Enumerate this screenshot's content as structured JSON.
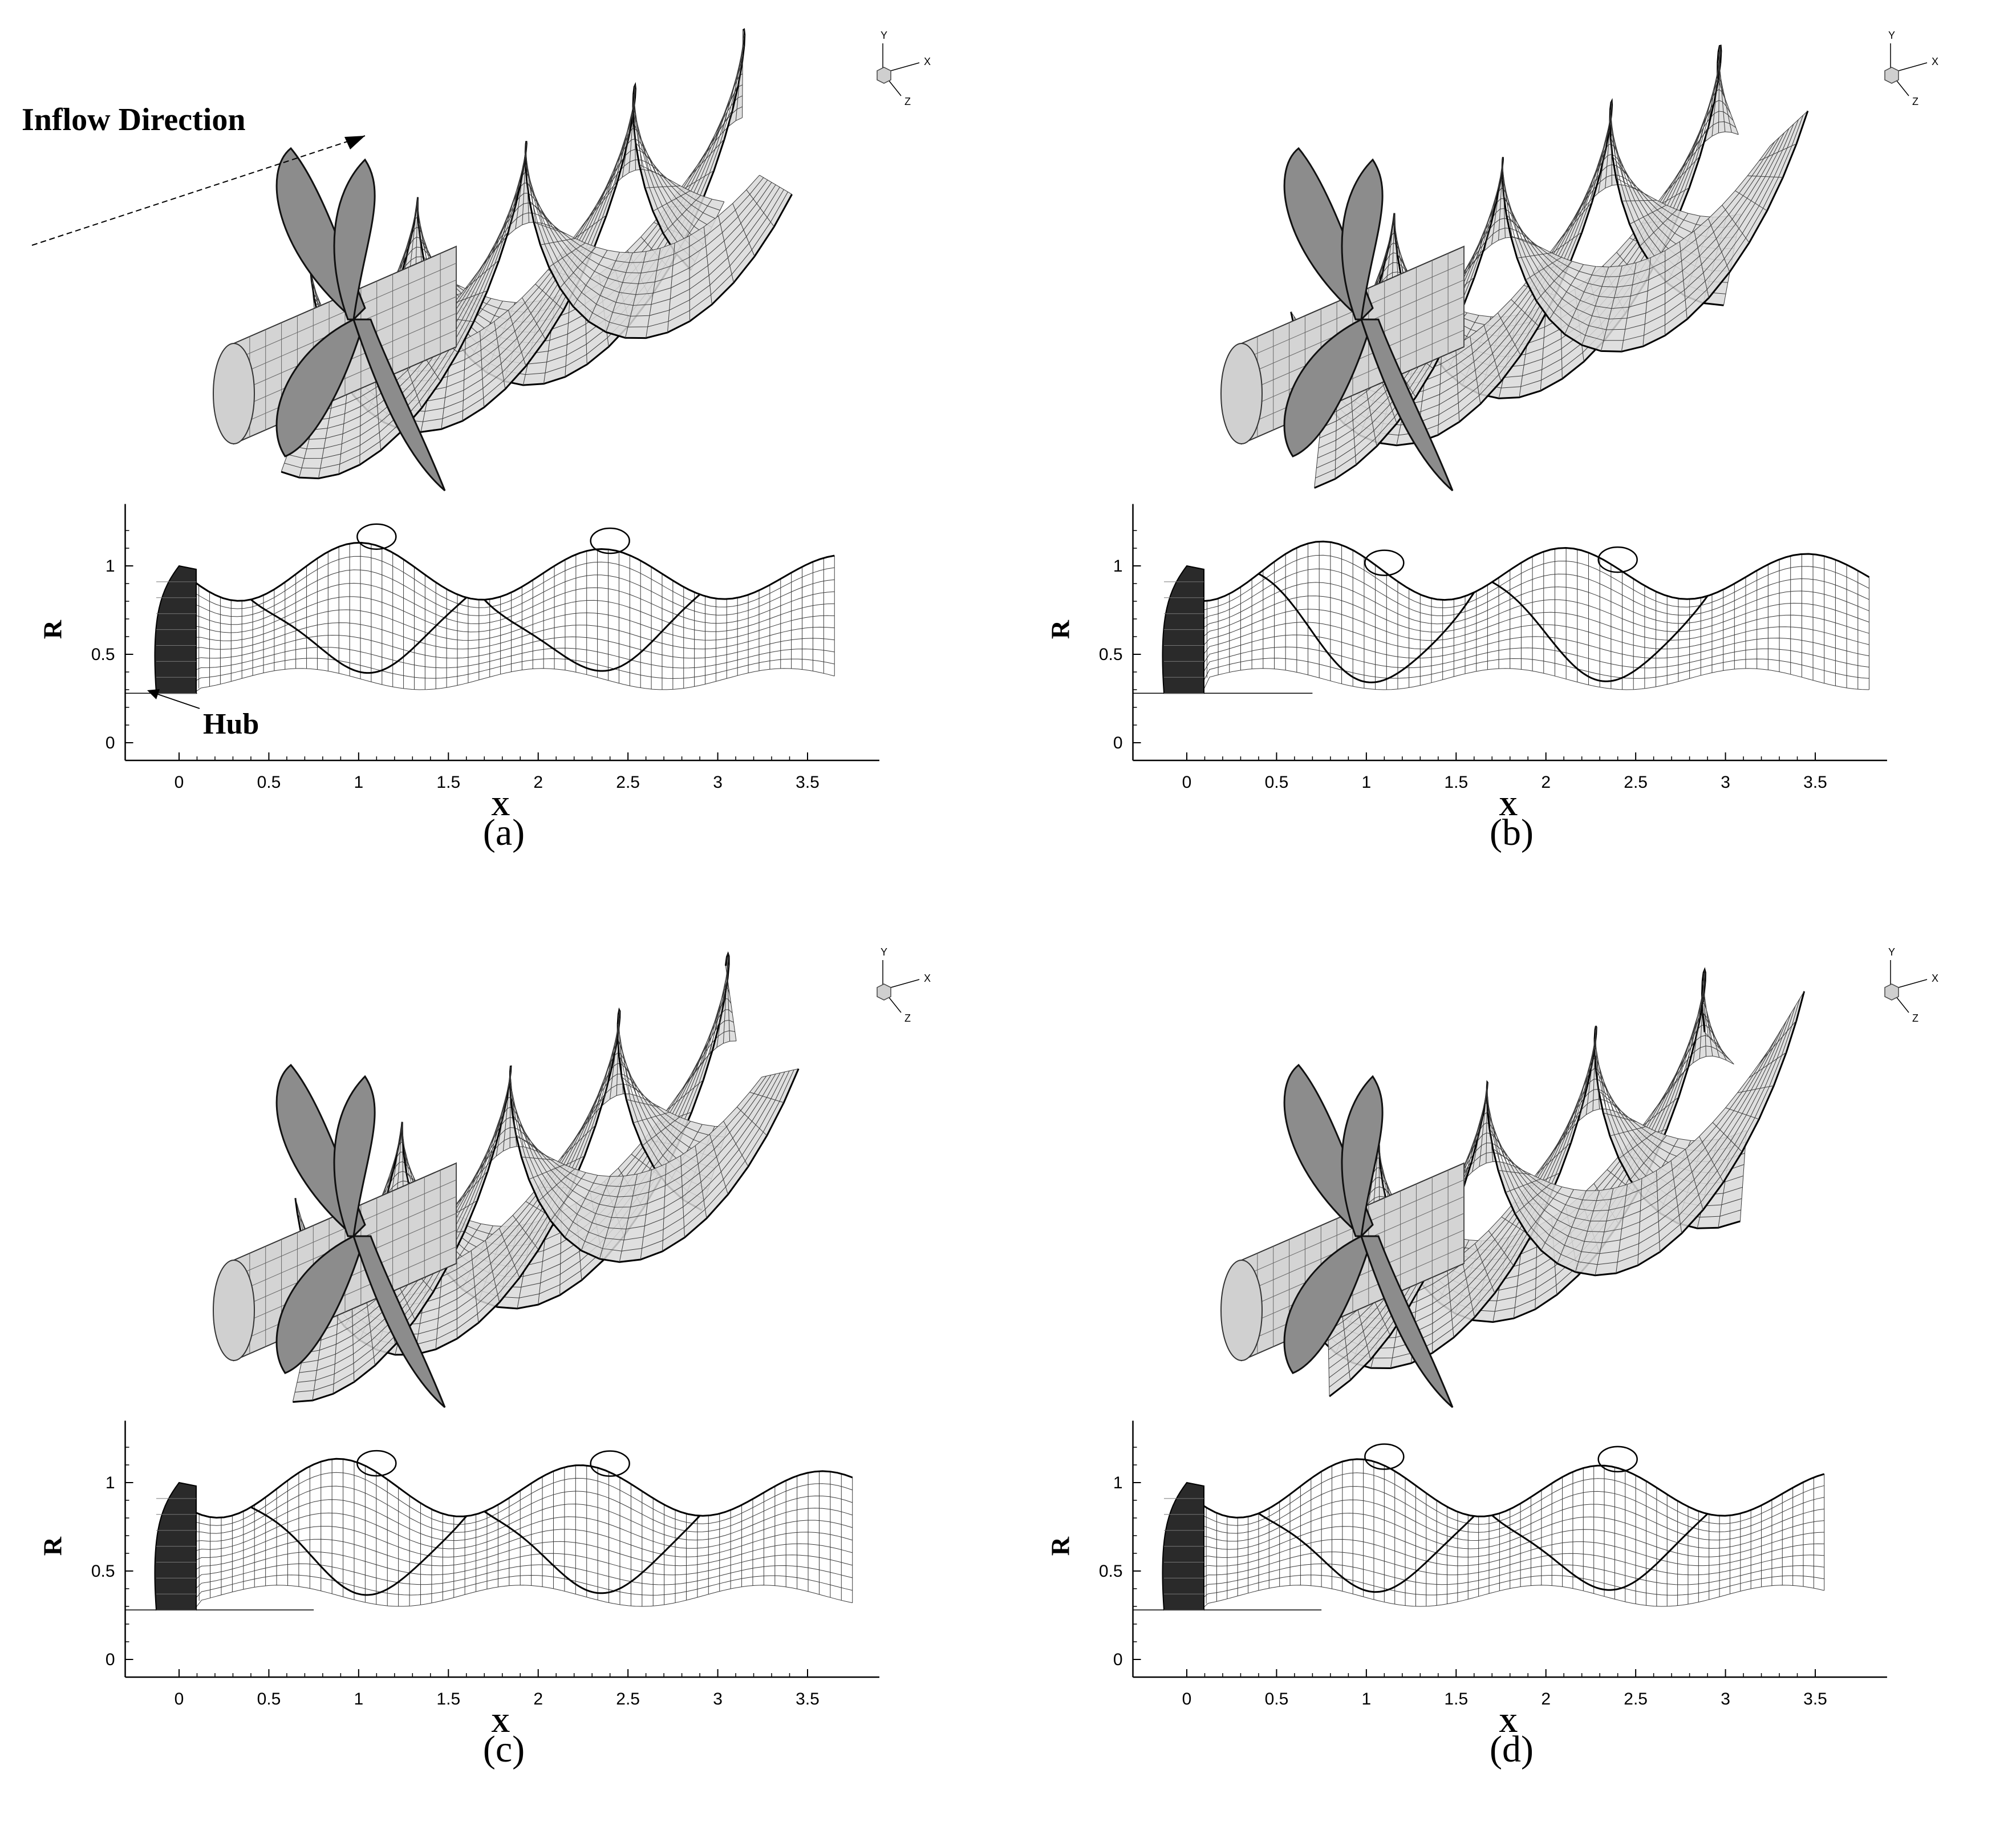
{
  "panels": [
    {
      "id": "a",
      "label": "(a)"
    },
    {
      "id": "b",
      "label": "(b)"
    },
    {
      "id": "c",
      "label": "(c)"
    },
    {
      "id": "d",
      "label": "(d)"
    }
  ],
  "triad": {
    "x": "X",
    "y": "Y",
    "z": "Z"
  },
  "annotations": {
    "inflow": "Inflow Direction",
    "hub": "Hub"
  },
  "colors": {
    "surface": "#d9d9d9",
    "mesh": "#3a3a3a",
    "edge": "#000000",
    "blade": "#8c8c8c",
    "hub": "#d4d4d4"
  },
  "chart_data": [
    {
      "panel": "a",
      "type": "line",
      "xlabel": "X",
      "ylabel": "R",
      "xlim": [
        -0.3,
        3.9
      ],
      "ylim": [
        -0.1,
        1.35
      ],
      "xticks": [
        0,
        0.5,
        1,
        1.5,
        2,
        2.5,
        3,
        3.5
      ],
      "xtick_labels": [
        "0",
        "0.5",
        "1",
        "1.5",
        "2",
        "2.5",
        "3",
        "3.5"
      ],
      "yticks": [
        0,
        0.5,
        1
      ],
      "ytick_labels": [
        "0",
        "0.5",
        "1"
      ],
      "hub_radius": 0.28,
      "hub_end_x": 0.1,
      "wake_end_x": 3.65
    },
    {
      "panel": "b",
      "type": "line",
      "xlabel": "X",
      "ylabel": "R",
      "xlim": [
        -0.3,
        3.9
      ],
      "ylim": [
        -0.1,
        1.35
      ],
      "xticks": [
        0,
        0.5,
        1,
        1.5,
        2,
        2.5,
        3,
        3.5
      ],
      "xtick_labels": [
        "0",
        "0.5",
        "1",
        "1.5",
        "2",
        "2.5",
        "3",
        "3.5"
      ],
      "yticks": [
        0,
        0.5,
        1
      ],
      "ytick_labels": [
        "0",
        "0.5",
        "1"
      ],
      "hub_radius": 0.28,
      "hub_end_x": 0.7,
      "wake_end_x": 3.8
    },
    {
      "panel": "c",
      "type": "line",
      "xlabel": "X",
      "ylabel": "R",
      "xlim": [
        -0.3,
        3.9
      ],
      "ylim": [
        -0.1,
        1.35
      ],
      "xticks": [
        0,
        0.5,
        1,
        1.5,
        2,
        2.5,
        3,
        3.5
      ],
      "xtick_labels": [
        "0",
        "0.5",
        "1",
        "1.5",
        "2",
        "2.5",
        "3",
        "3.5"
      ],
      "yticks": [
        0,
        0.5,
        1
      ],
      "ytick_labels": [
        "0",
        "0.5",
        "1"
      ],
      "hub_radius": 0.28,
      "hub_end_x": 0.75,
      "wake_end_x": 3.75
    },
    {
      "panel": "d",
      "type": "line",
      "xlabel": "X",
      "ylabel": "R",
      "xlim": [
        -0.3,
        3.9
      ],
      "ylim": [
        -0.1,
        1.35
      ],
      "xticks": [
        0,
        0.5,
        1,
        1.5,
        2,
        2.5,
        3,
        3.5
      ],
      "xtick_labels": [
        "0",
        "0.5",
        "1",
        "1.5",
        "2",
        "2.5",
        "3",
        "3.5"
      ],
      "yticks": [
        0,
        0.5,
        1
      ],
      "ytick_labels": [
        "0",
        "0.5",
        "1"
      ],
      "hub_radius": 0.28,
      "hub_end_x": 0.75,
      "wake_end_x": 3.55
    }
  ]
}
